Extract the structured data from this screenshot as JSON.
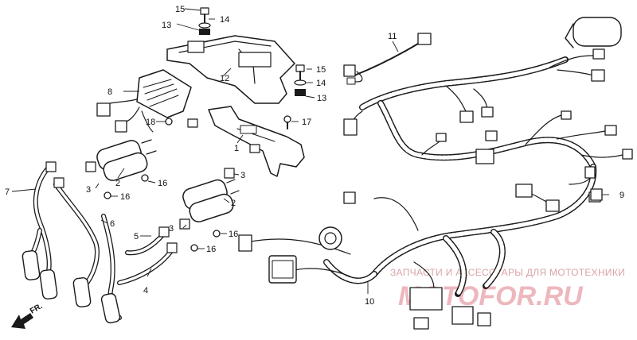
{
  "callouts": {
    "c1": "1",
    "c2a": "2",
    "c2b": "2",
    "c3a": "3",
    "c3b": "3",
    "c3c": "3",
    "c4": "4",
    "c5": "5",
    "c6": "6",
    "c7": "7",
    "c8": "8",
    "c9": "9",
    "c10": "10",
    "c11": "11",
    "c12": "12",
    "c13a": "13",
    "c13b": "13",
    "c14a": "14",
    "c14b": "14",
    "c15a": "15",
    "c15b": "15",
    "c16a": "16",
    "c16b": "16",
    "c16c": "16",
    "c16d": "16",
    "c17": "17",
    "c18": "18"
  },
  "direction_label": "FR.",
  "watermark": {
    "line1": "ЗАПЧАСТИ И АКСЕССУАРЫ ДЛЯ МОТОТЕХНИКИ",
    "line2": "MOTOFOR.RU"
  },
  "colors": {
    "ink": "#1a1a1a",
    "watermark": "#e8a0a8"
  }
}
